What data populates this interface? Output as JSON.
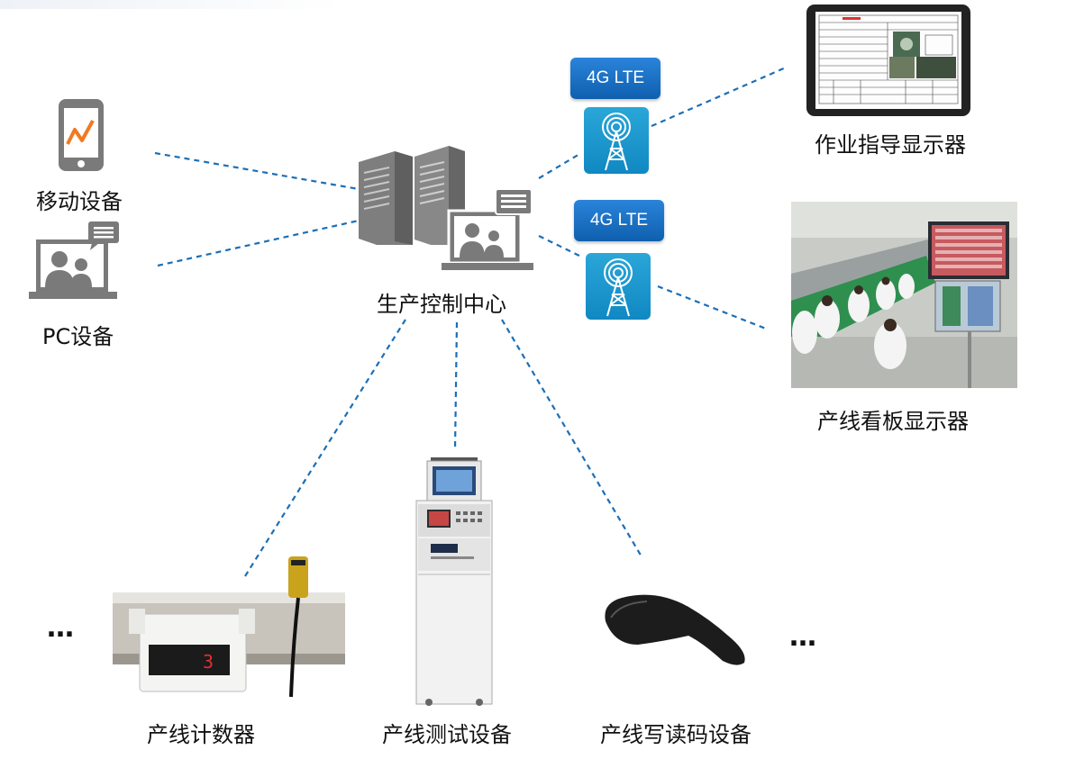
{
  "center": {
    "label": "生产控制中心",
    "icon": "server-monitor-icon"
  },
  "nodes": {
    "mobile": {
      "label": "移动设备",
      "icon": "smartphone-icon"
    },
    "pc": {
      "label": "PC设备",
      "icon": "laptop-chat-icon"
    },
    "work_guide": {
      "label": "作业指导显示器",
      "icon": "tablet-document-icon"
    },
    "kanban": {
      "label": "产线看板显示器",
      "icon": "factory-line-photo"
    },
    "counter": {
      "label": "产线计数器",
      "icon": "counter-device-photo",
      "display_value": "3"
    },
    "tester": {
      "label": "产线测试设备",
      "icon": "test-cabinet-photo"
    },
    "scanner": {
      "label": "产线写读码设备",
      "icon": "barcode-scanner-photo"
    }
  },
  "wireless": [
    {
      "label": "4G LTE",
      "icon": "radio-tower-icon"
    },
    {
      "label": "4G LTE",
      "icon": "radio-tower-icon"
    }
  ],
  "ellipsis_left": "…",
  "ellipsis_right": "…",
  "colors": {
    "link": "#1b6fb8",
    "badge": "#1a74c8",
    "tower": "#1a96cf",
    "icon_gray": "#7a7a7a",
    "accent_orange": "#f07a22"
  }
}
